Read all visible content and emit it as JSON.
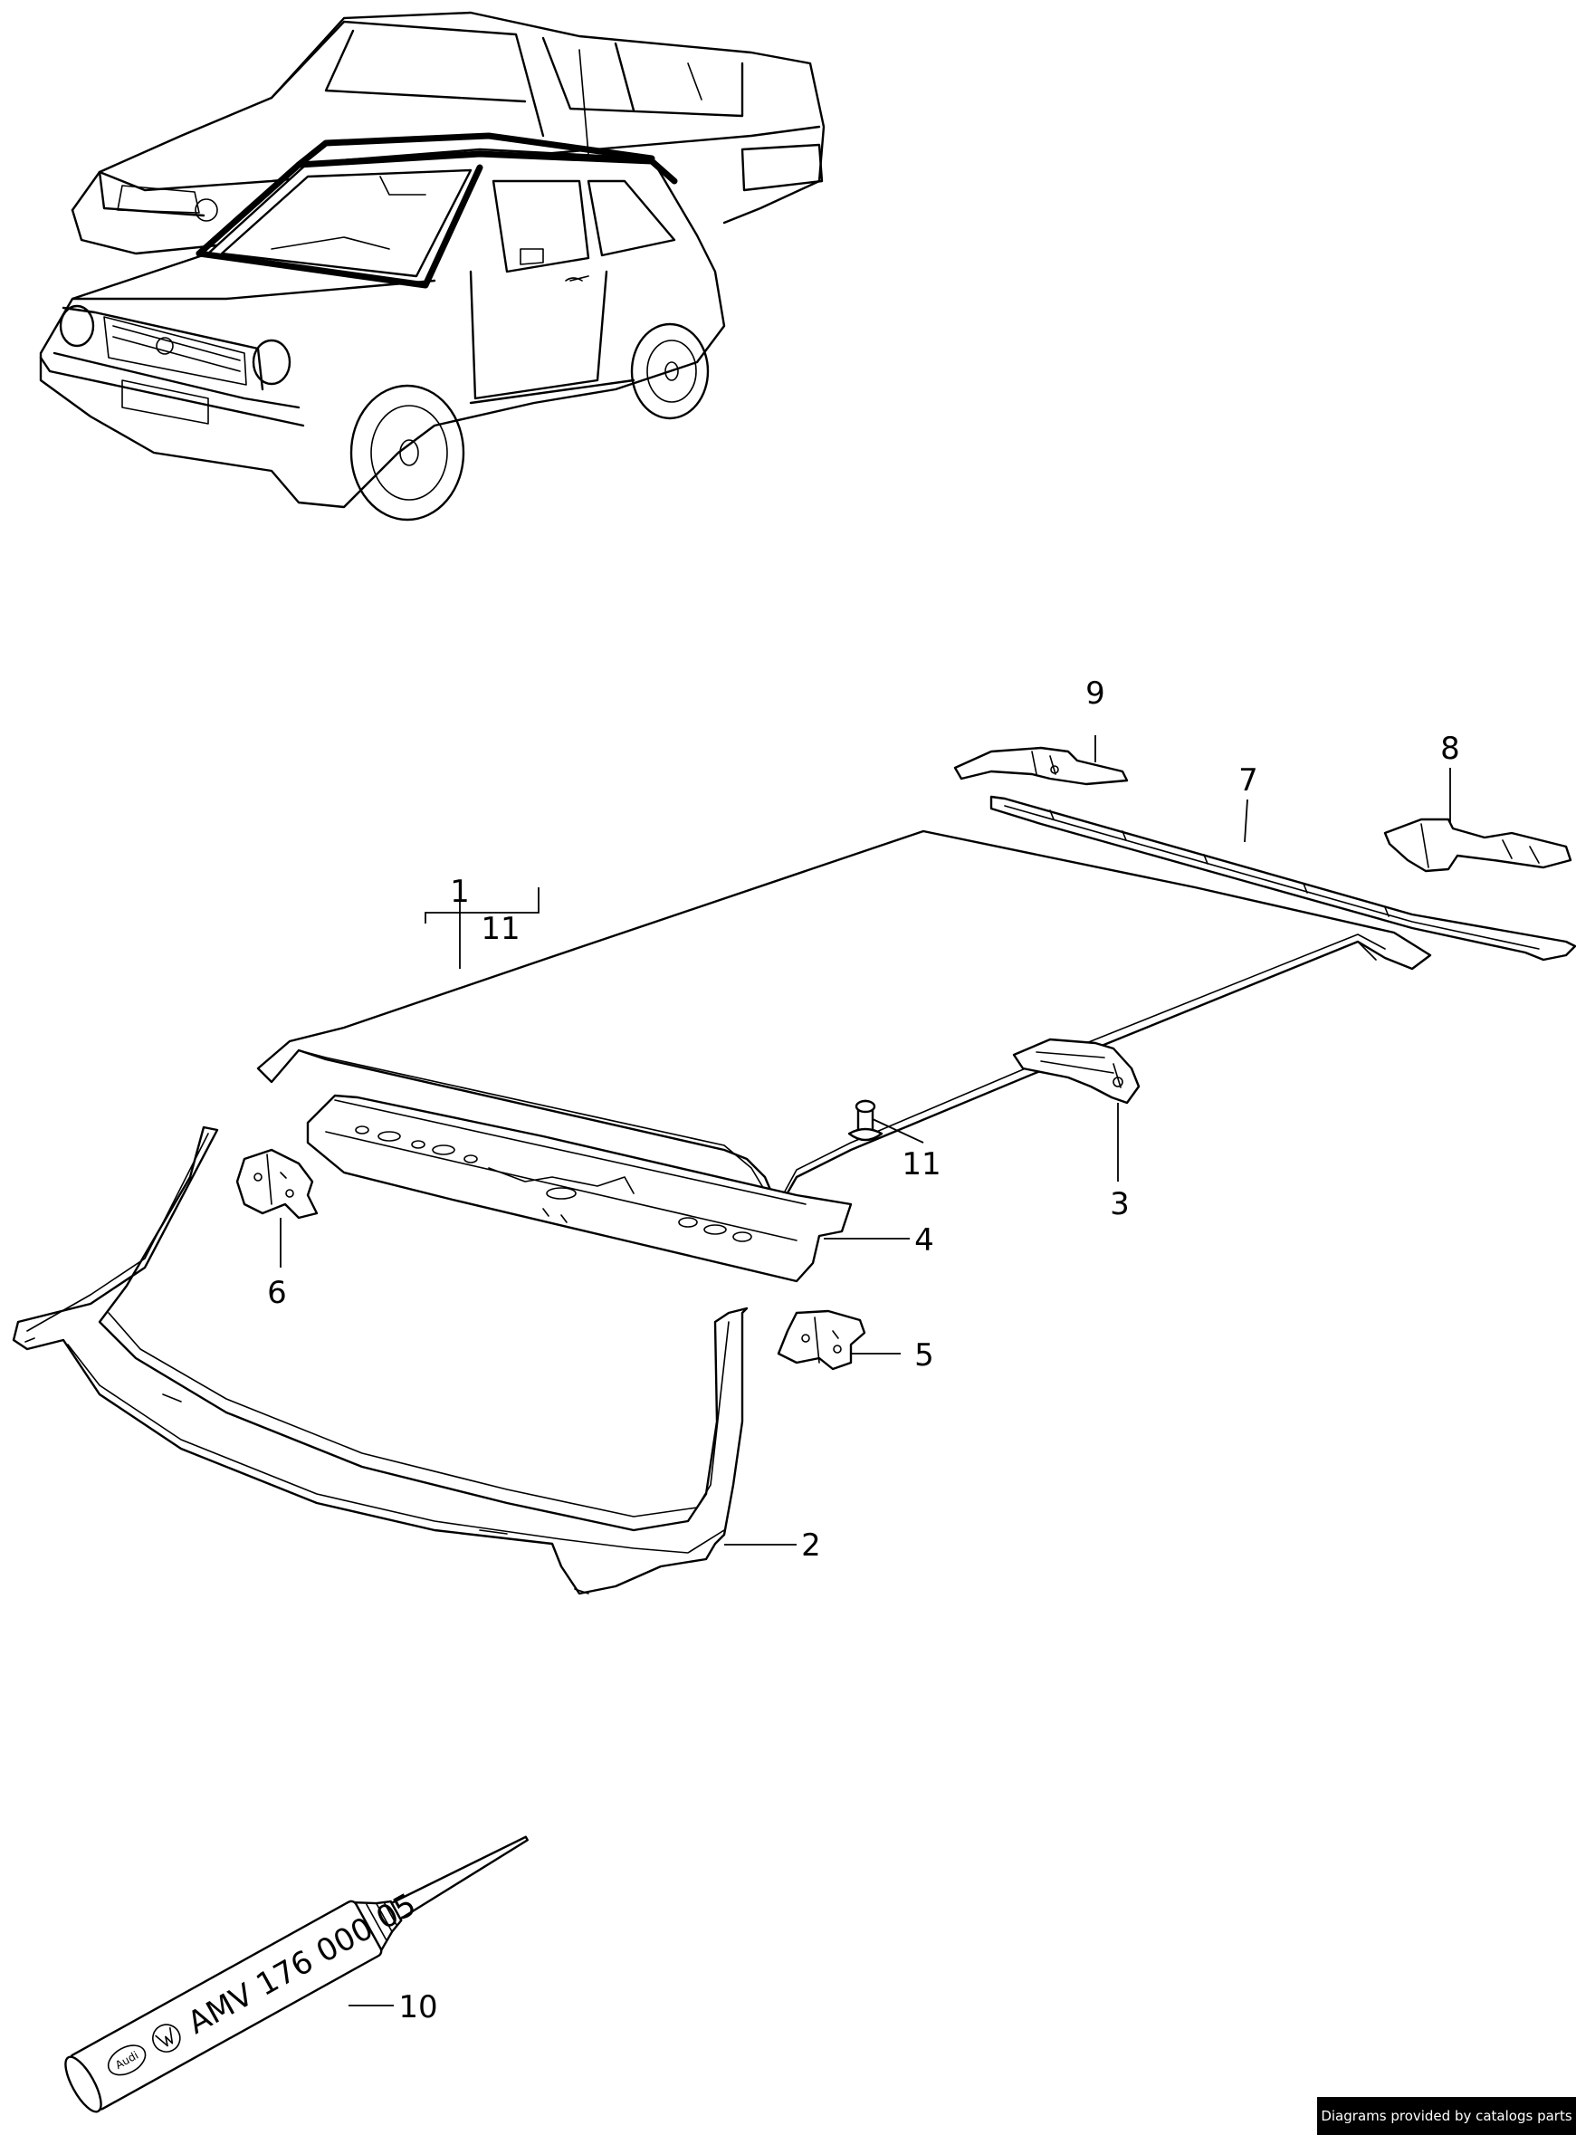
{
  "callouts": [
    {
      "id": "1",
      "label": "1"
    },
    {
      "id": "11a",
      "label": "11"
    },
    {
      "id": "11b",
      "label": "11"
    },
    {
      "id": "2",
      "label": "2"
    },
    {
      "id": "3",
      "label": "3"
    },
    {
      "id": "4",
      "label": "4"
    },
    {
      "id": "5",
      "label": "5"
    },
    {
      "id": "6",
      "label": "6"
    },
    {
      "id": "7",
      "label": "7"
    },
    {
      "id": "8",
      "label": "8"
    },
    {
      "id": "9",
      "label": "9"
    },
    {
      "id": "10",
      "label": "10"
    }
  ],
  "sealant_tube": {
    "part_number": "AMV 176 000 05",
    "logo_audi": "Audi",
    "logo_vw": "VW"
  },
  "credit": "Diagrams provided by catalogs parts",
  "colors": {
    "ink": "#000000",
    "paper": "#ffffff"
  }
}
